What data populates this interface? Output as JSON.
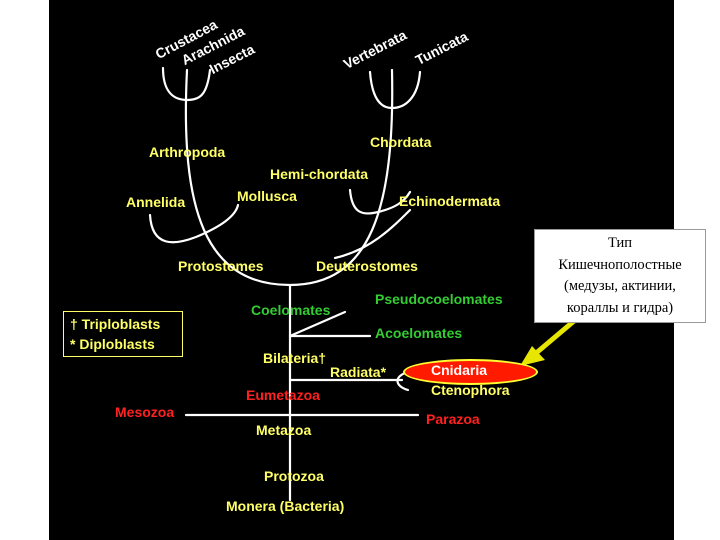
{
  "tips": {
    "crustacea": "Crustacea",
    "arachnida": "Arachnida",
    "insecta": "Insecta",
    "vertebrata": "Vertebrata",
    "tunicata": "Tunicata"
  },
  "taxa": {
    "arthropoda": "Arthropoda",
    "chordata": "Chordata",
    "hemichordata": "Hemi-chordata",
    "annelida": "Annelida",
    "mollusca": "Mollusca",
    "echinodermata": "Echinodermata",
    "protostomes": "Protostomes",
    "deuterostomes": "Deuterostomes",
    "coelomates": "Coelomates",
    "pseudocoelomates": "Pseudocoelomates",
    "acoelomates": "Acoelomates",
    "bilateria": "Bilateria†",
    "radiata": "Radiata*",
    "cnidaria": "Cnidaria",
    "ctenophora": "Ctenophora",
    "eumetazoa": "Eumetazoa",
    "mesozoa": "Mesozoa",
    "parazoa": "Parazoa",
    "metazoa": "Metazoa",
    "protozoa": "Protozoa",
    "monera": "Monera (Bacteria)"
  },
  "legend": {
    "triploblasts": "† Triploblasts",
    "diploblasts": "*  Diploblasts"
  },
  "info_box": {
    "line1": "Тип",
    "line2": "Кишечнополостные",
    "line3": "(медузы, актинии,",
    "line4": "кораллы и гидра)"
  },
  "colors": {
    "background": "#000000",
    "clade_label": "#ffff66",
    "bilaterian_group": "#33cc33",
    "basal_group": "#ff2020",
    "highlight_fill": "#ff1a00",
    "highlight_border": "#ffff33",
    "arrow": "#e6e600"
  }
}
